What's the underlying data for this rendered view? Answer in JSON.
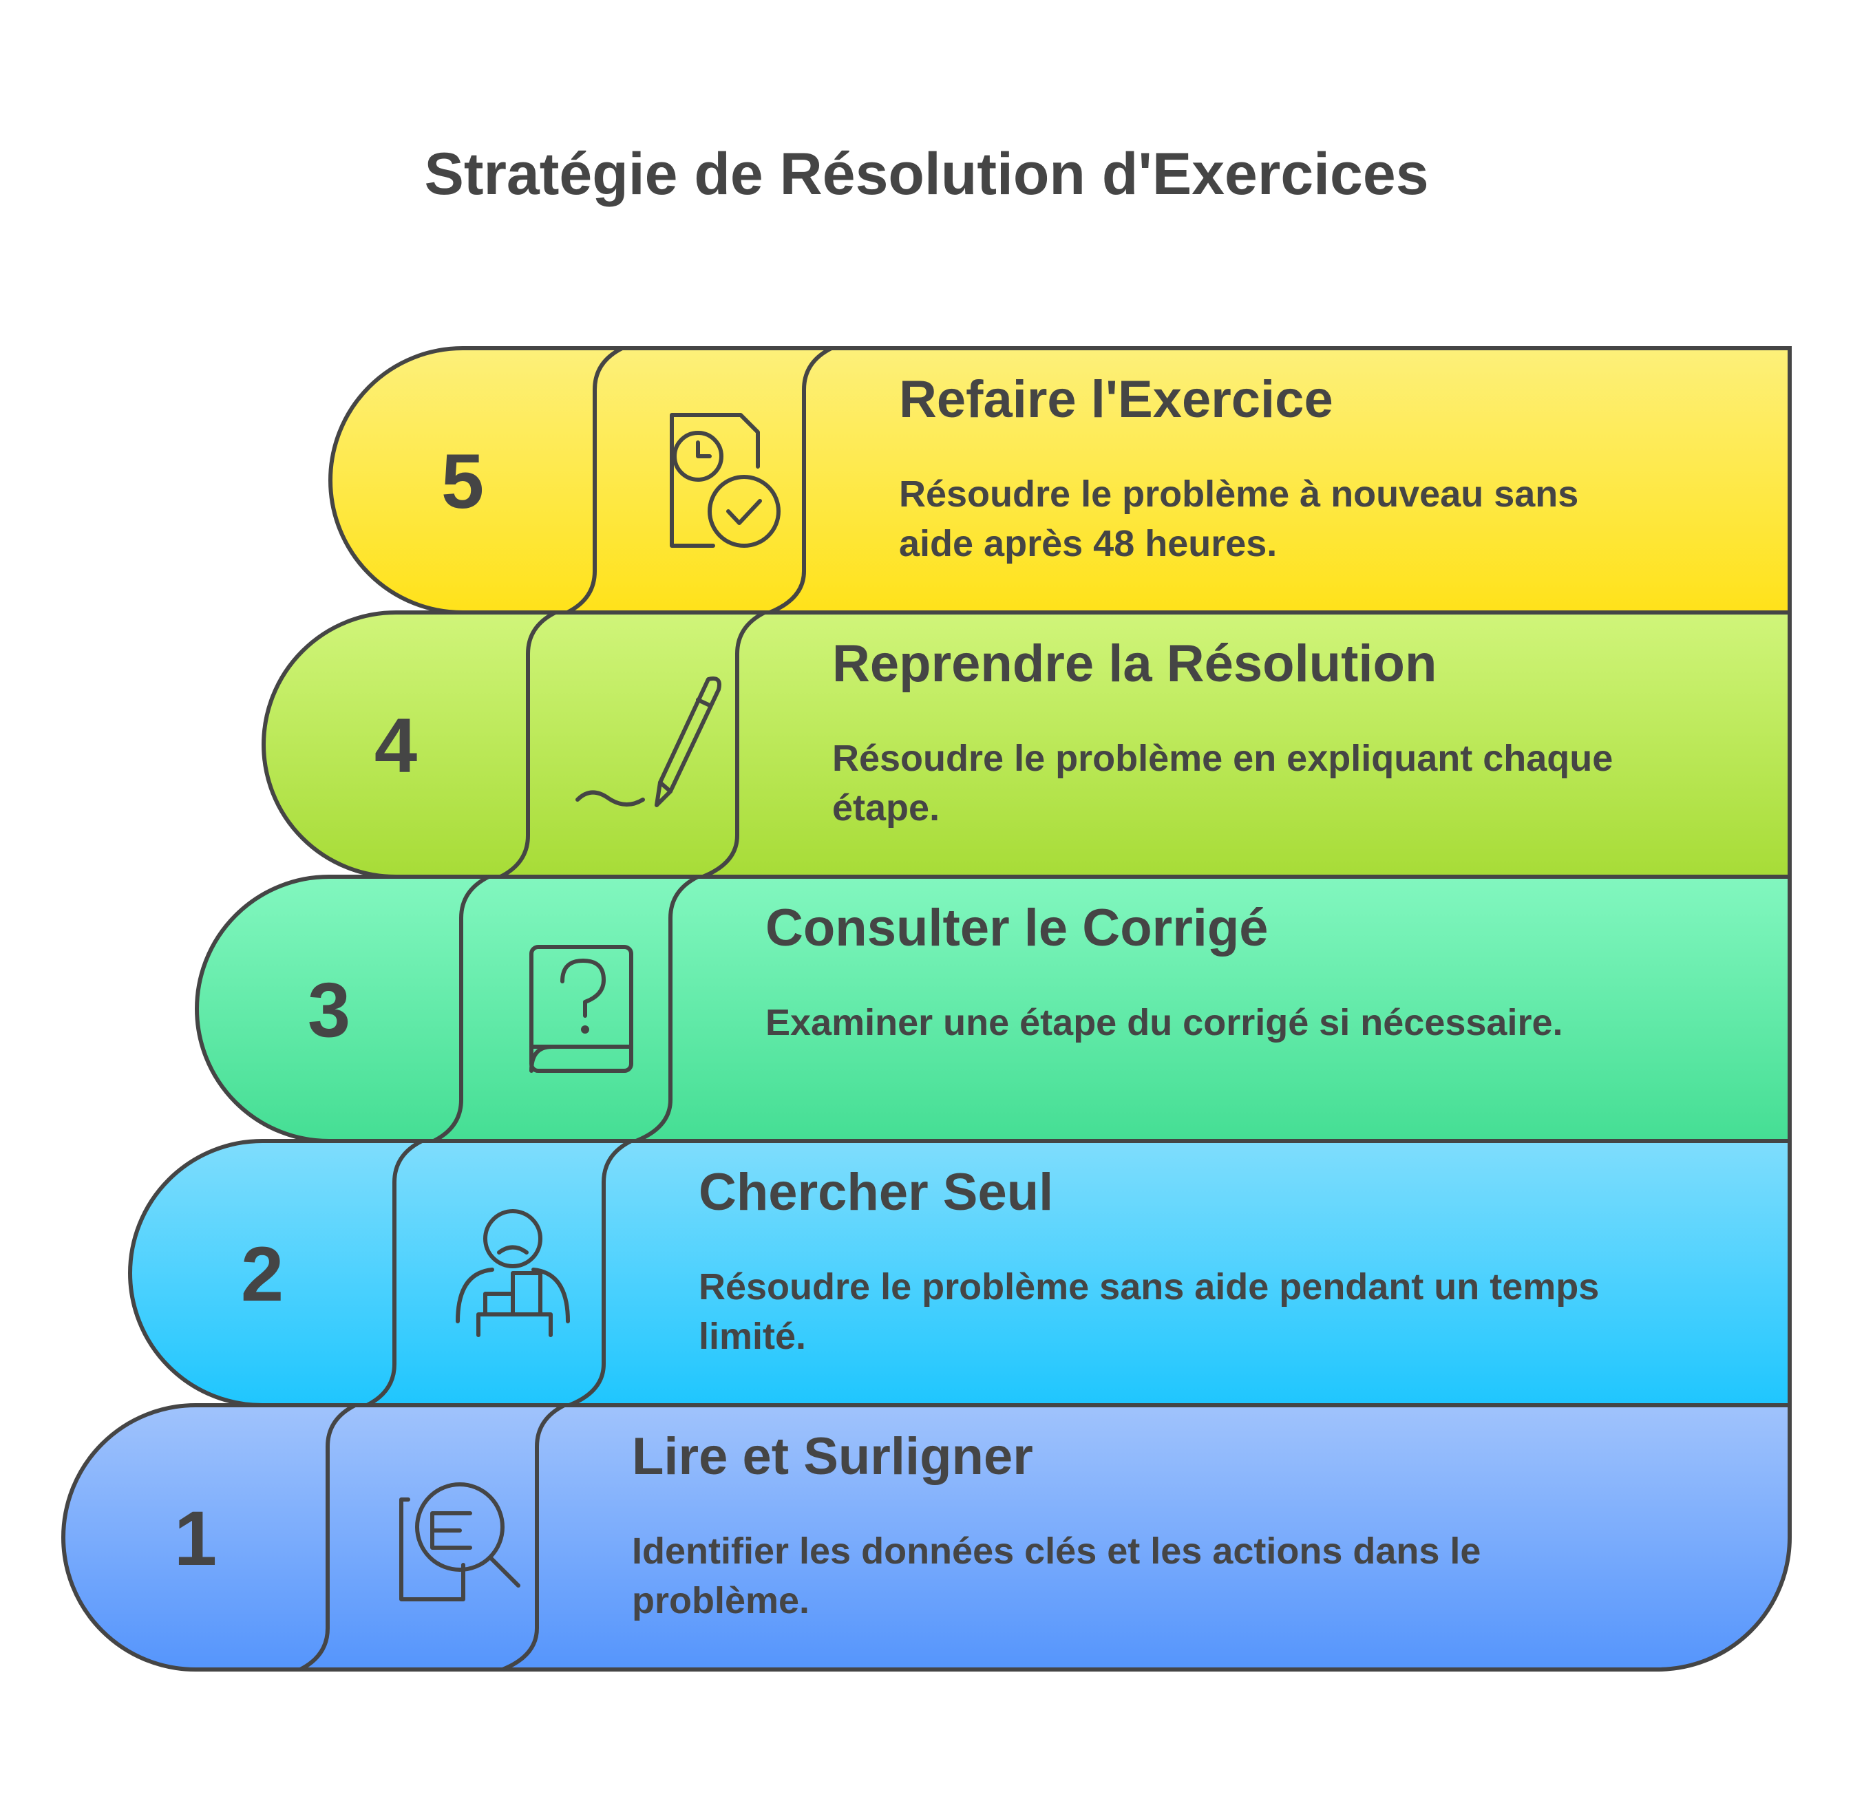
{
  "title": "Stratégie de Résolution d'Exercices",
  "steps": [
    {
      "number": "5",
      "heading": "Refaire l'Exercice",
      "desc_lines": [
        "Résoudre le problème à nouveau sans",
        "aide après 48 heures."
      ],
      "icon": "document-clock-check-icon",
      "color_top": "#fdf07a",
      "color_bottom": "#ffe21a"
    },
    {
      "number": "4",
      "heading": "Reprendre la Résolution",
      "desc_lines": [
        "Résoudre le problème en expliquant chaque",
        "étape."
      ],
      "icon": "pen-writing-icon",
      "color_top": "#d0f57a",
      "color_bottom": "#a7dc37"
    },
    {
      "number": "3",
      "heading": "Consulter le Corrigé",
      "desc_lines": [
        "Examiner une étape du corrigé si nécessaire."
      ],
      "icon": "book-question-icon",
      "color_top": "#82f7bf",
      "color_bottom": "#45de94"
    },
    {
      "number": "2",
      "heading": "Chercher Seul",
      "desc_lines": [
        "Résoudre le problème sans aide pendant un temps",
        "limité."
      ],
      "icon": "person-thinking-icon",
      "color_top": "#7fddfd",
      "color_bottom": "#1fc6fe"
    },
    {
      "number": "1",
      "heading": "Lire et Surligner",
      "desc_lines": [
        "Identifier les données clés et les actions dans le",
        "problème."
      ],
      "icon": "document-search-icon",
      "color_top": "#a0c3fc",
      "color_bottom": "#5595fc"
    }
  ],
  "colors": {
    "outline": "#454545",
    "text": "#454545",
    "background": "#ffffff"
  }
}
